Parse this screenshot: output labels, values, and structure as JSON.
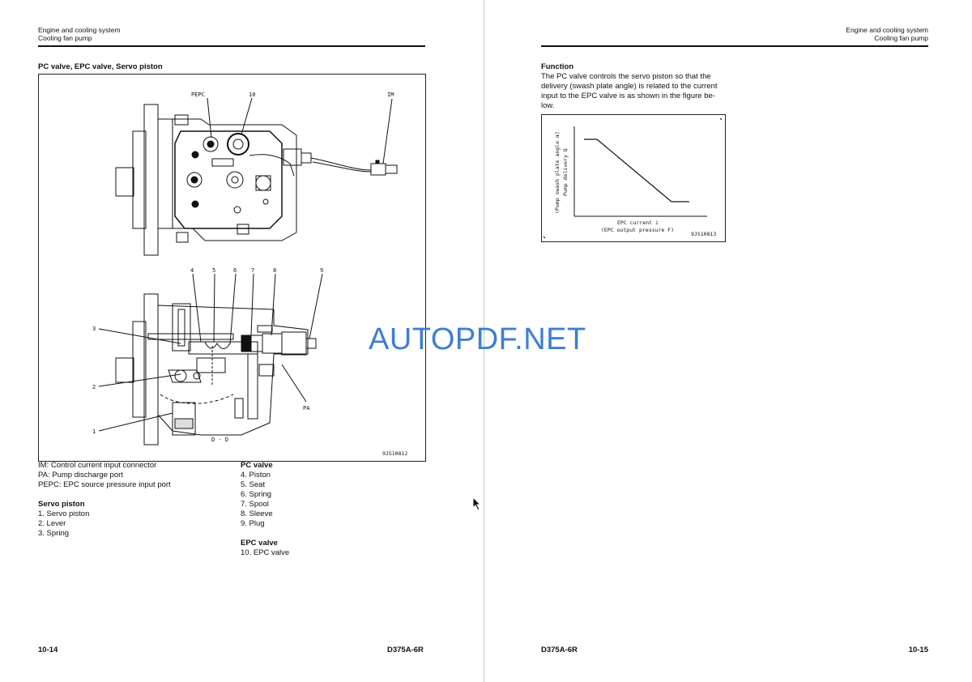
{
  "left": {
    "header": {
      "line1": "Engine and cooling system",
      "line2": "Cooling fan pump"
    },
    "section_title": "PC valve, EPC valve, Servo piston",
    "figure": {
      "labels": {
        "pepc": "PEPC",
        "n10": "10",
        "im": "IM",
        "n4": "4",
        "n5": "5",
        "n6": "6",
        "n7": "7",
        "n8": "8",
        "n9": "9",
        "n3": "3",
        "n2": "2",
        "n1": "1",
        "pa": "PA",
        "dd": "D - D"
      },
      "fig_code": "9JS10812"
    },
    "legend_ports": [
      "IM:  Control current input connector",
      "PA:  Pump discharge port",
      "PEPC:  EPC source pressure input port"
    ],
    "servo": {
      "title": "Servo piston",
      "items": [
        "1. Servo piston",
        "2. Lever",
        "3. Spring"
      ]
    },
    "pc_valve": {
      "title": "PC valve",
      "items": [
        "4. Piston",
        "5. Seat",
        "6. Spring",
        "7. Spool",
        "8. Sleeve",
        "9. Plug"
      ]
    },
    "epc_valve": {
      "title": "EPC valve",
      "items": [
        "10. EPC valve"
      ]
    },
    "footer": {
      "page": "10-14",
      "model": "D375A-6R"
    }
  },
  "right": {
    "header": {
      "line1": "Engine and cooling system",
      "line2": "Cooling fan pump"
    },
    "function": {
      "title": "Function",
      "text_lines": [
        "The PC valve controls the servo piston so that the",
        "delivery (swash plate angle) is related to the current",
        "input to the EPC valve is as shown in the figure be-",
        "low."
      ]
    },
    "graph": {
      "ylabel_1": "(Pump swash plate angle α)",
      "ylabel_2": "Pump delivery Q",
      "xlabel_1": "EPC current i",
      "xlabel_2": "(EPC output pressure F)",
      "fig_code": "9JS10813"
    },
    "footer": {
      "page": "10-15",
      "model": "D375A-6R"
    }
  },
  "watermark": "AUTOPDF.NET"
}
